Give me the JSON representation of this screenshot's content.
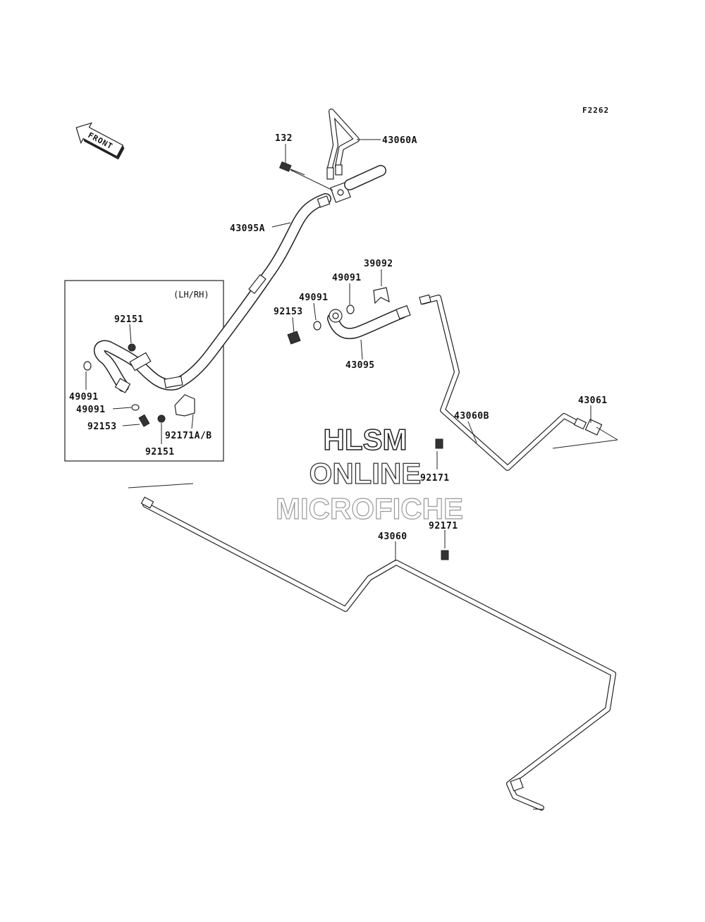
{
  "figure_code": "F2262",
  "front_label": "FRONT",
  "inset_label": "(LH/RH)",
  "watermark": {
    "line1": "HLSM",
    "line2": "ONLINE",
    "line3": "MICROFICHE"
  },
  "parts": {
    "p132": "132",
    "p43060A": "43060A",
    "p43095A": "43095A",
    "p39092": "39092",
    "p49091_a": "49091",
    "p49091_b": "49091",
    "p92153_a": "92153",
    "p43095": "43095",
    "p92151_a": "92151",
    "p49091_c": "49091",
    "p49091_d": "49091",
    "p92153_b": "92153",
    "p92171AB": "92171A/B",
    "p92151_b": "92151",
    "p43061": "43061",
    "p43060B": "43060B",
    "p92171_a": "92171",
    "p92171_b": "92171",
    "p43060": "43060"
  }
}
